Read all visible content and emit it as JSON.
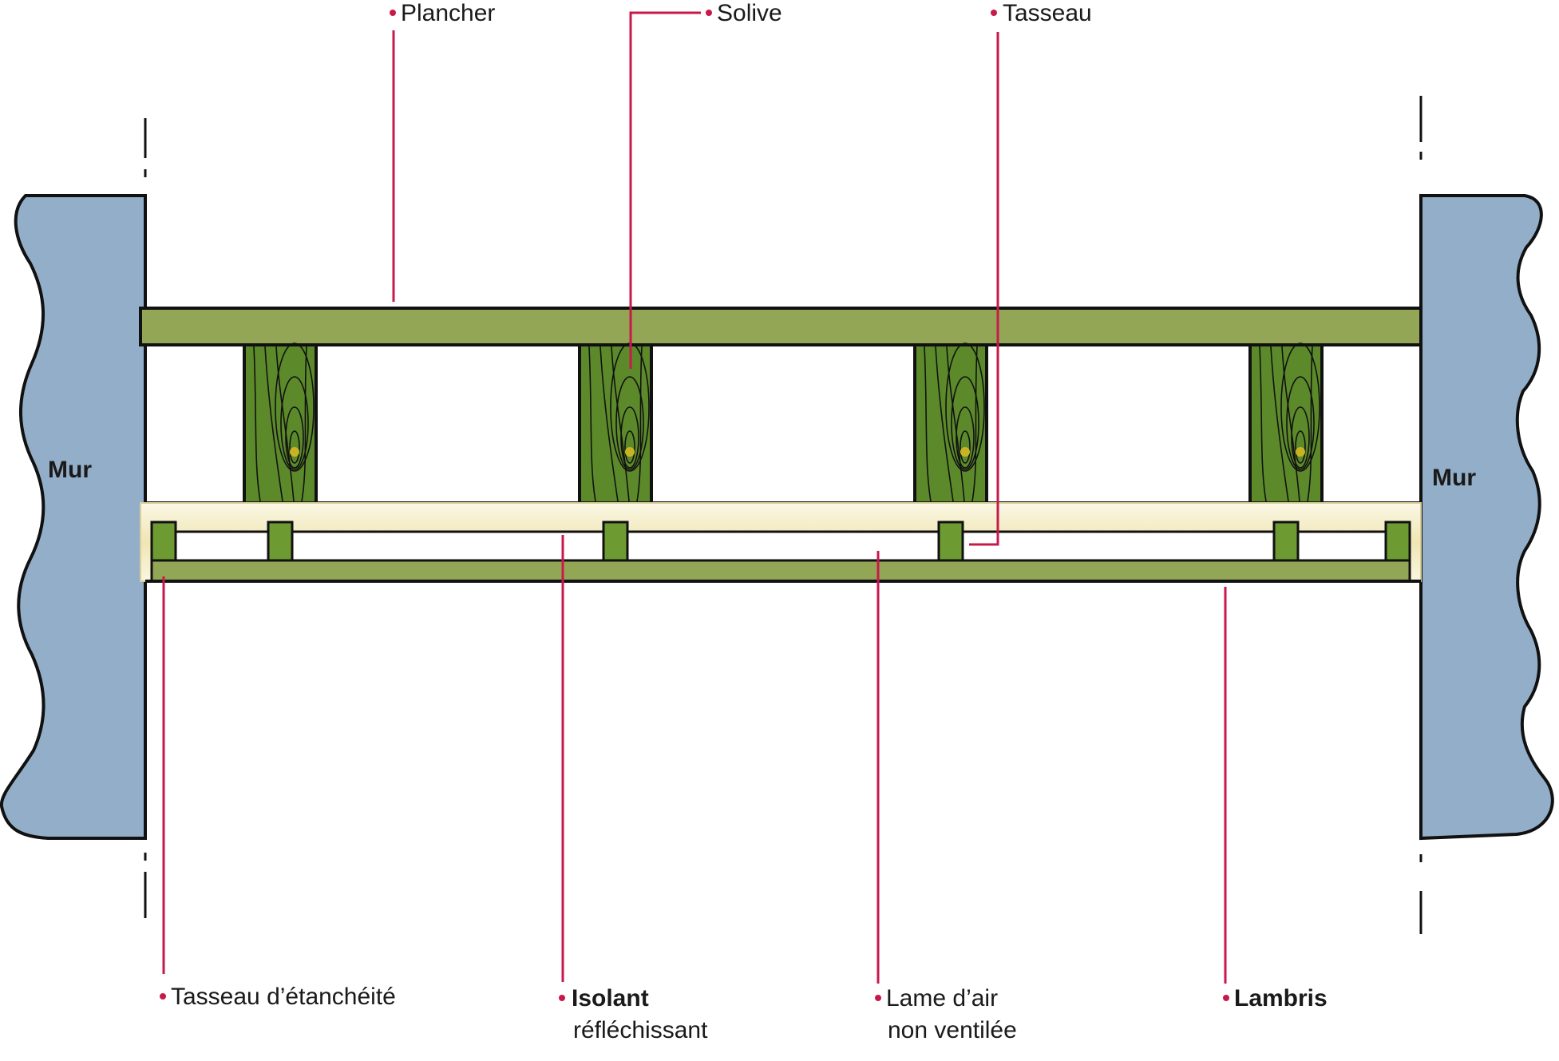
{
  "labels": {
    "plancher": "Plancher",
    "solive": "Solive",
    "tasseau": "Tasseau",
    "mur_left": "Mur",
    "mur_right": "Mur",
    "tasseau_etancheite": "Tasseau d’étanchéité",
    "isolant_line1": "Isolant",
    "isolant_line2": "réfléchissant",
    "lame_air_line1": "Lame d’air",
    "lame_air_line2": "non ventilée",
    "lambris": "Lambris"
  },
  "colors": {
    "wall": "#93aec8",
    "wood": "#93a656",
    "joist": "#5c8a2a",
    "joist_knot": "#c8b422",
    "insulation": "#f2ecc4",
    "leader": "#c8194b"
  }
}
